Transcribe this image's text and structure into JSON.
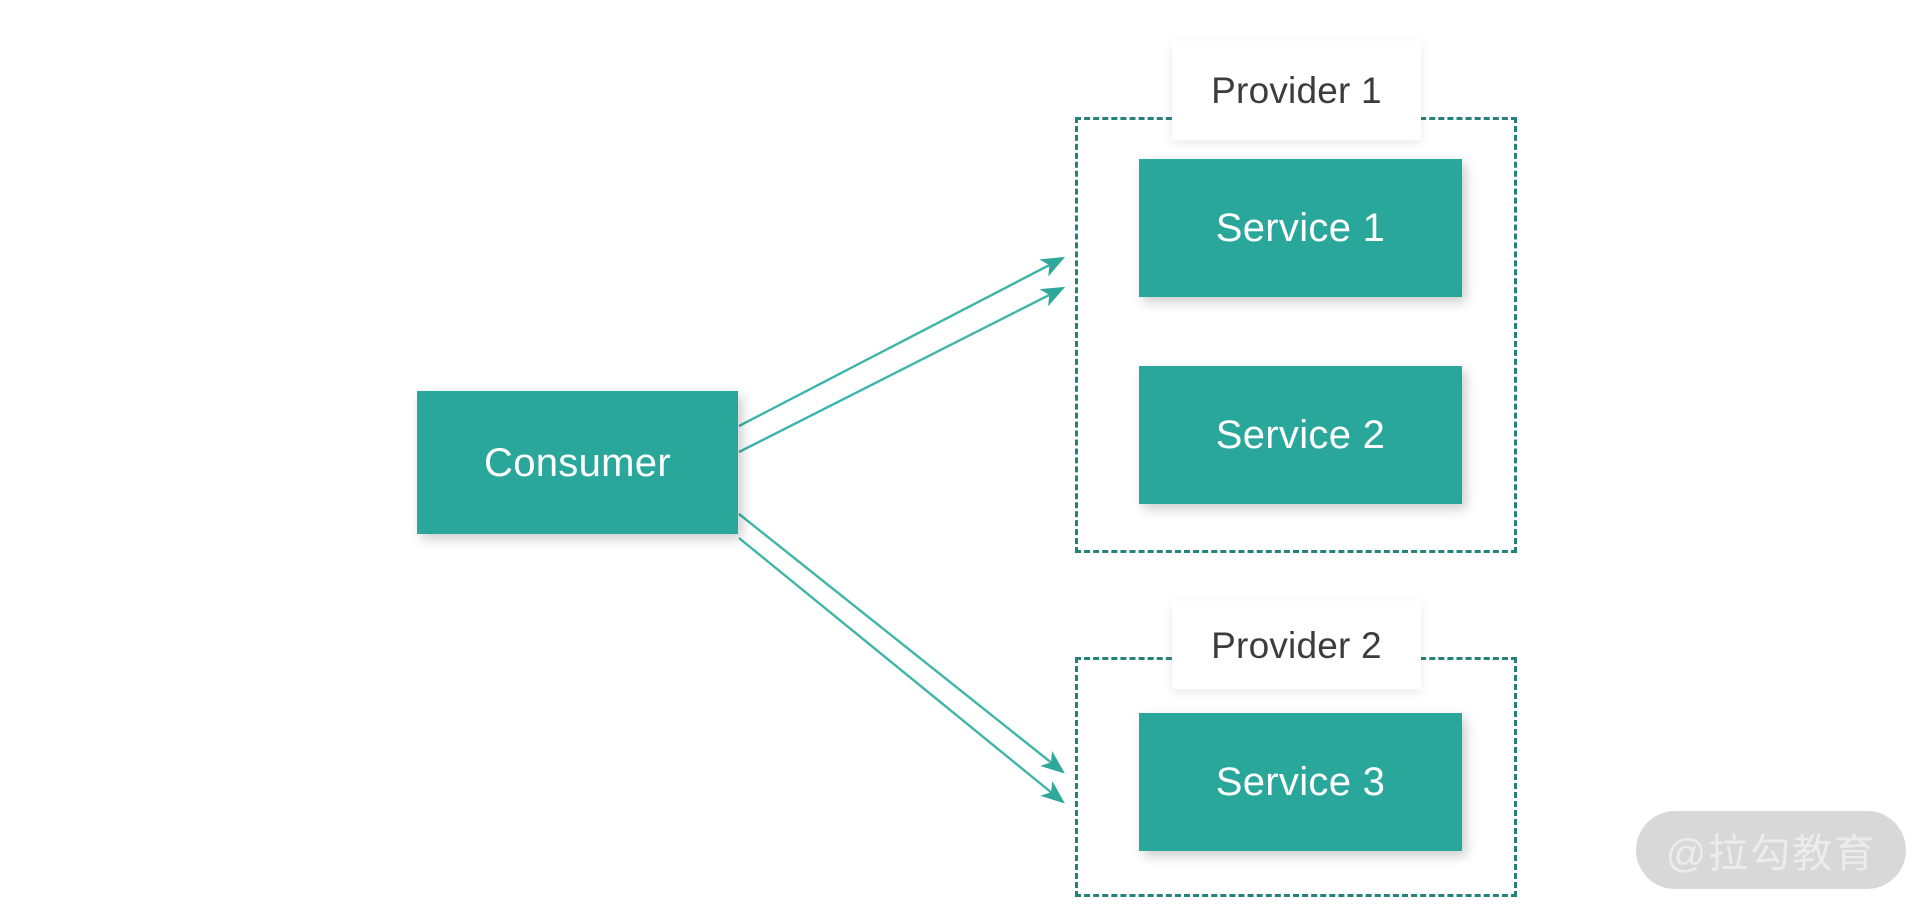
{
  "diagram": {
    "title_text": "",
    "colors": {
      "accent_teal": "#29a79b",
      "dashed_border": "#27817b",
      "edge_line": "#3fb5a8",
      "label_text": "#3c3c3c",
      "node_text": "#ffffff",
      "background": "#ffffff",
      "watermark_pill": "#d8d8d8",
      "watermark_text": "#ececec"
    },
    "consumer": {
      "label": "Consumer"
    },
    "groups": [
      {
        "id": "provider-1",
        "label": "Provider 1",
        "services": [
          {
            "id": "service-1",
            "label": "Service 1"
          },
          {
            "id": "service-2",
            "label": "Service 2"
          }
        ]
      },
      {
        "id": "provider-2",
        "label": "Provider 2",
        "services": [
          {
            "id": "service-3",
            "label": "Service 3"
          }
        ]
      }
    ],
    "edges": [
      {
        "from": "Consumer",
        "to": "Provider 1",
        "arrow": "to",
        "index": 1
      },
      {
        "from": "Consumer",
        "to": "Provider 1",
        "arrow": "to",
        "index": 2
      },
      {
        "from": "Consumer",
        "to": "Provider 2",
        "arrow": "to",
        "index": 1
      },
      {
        "from": "Consumer",
        "to": "Provider 2",
        "arrow": "to",
        "index": 2
      }
    ],
    "watermark": {
      "text": "@拉勾教育"
    }
  }
}
